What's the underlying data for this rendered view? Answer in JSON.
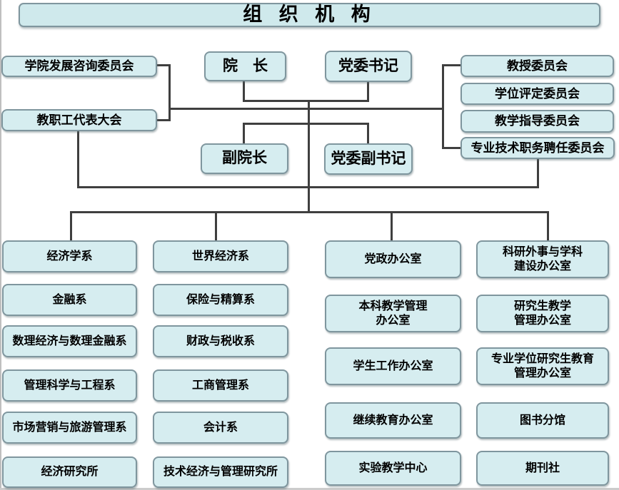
{
  "title": "组 织 机 构",
  "advisory": {
    "development": "学院发展咨询委员会",
    "staff_congress": "教职工代表大会"
  },
  "leadership": {
    "dean": "院　长",
    "party_secretary": "党委书记",
    "vice_dean": "副院长",
    "deputy_party_secretary": "党委副书记"
  },
  "committees": [
    "教授委员会",
    "学位评定委员会",
    "教学指导委员会",
    "专业技术职务聘任委员会"
  ],
  "departments": {
    "col1": [
      "经济学系",
      "金融系",
      "数理经济与数理金融系",
      "管理科学与工程系",
      "市场营销与旅游管理系",
      "经济研究所"
    ],
    "col2": [
      "世界经济系",
      "保险与精算系",
      "财政与税收系",
      "工商管理系",
      "会计系",
      "技术经济与管理研究所"
    ],
    "col3": [
      "党政办公室",
      "本科教学管理\n办公室",
      "学生工作办公室",
      "继续教育办公室",
      "实验教学中心"
    ],
    "col4": [
      "科研外事与学科\n建设办公室",
      "研究生教学\n管理办公室",
      "专业学位研究生教育\n管理办公室",
      "图书分馆",
      "期刊社"
    ]
  },
  "colors": {
    "box_fill": "#d6edf0",
    "box_border": "#7f969e",
    "title_fill": "#cfe9ec",
    "connector": "#3f3f3f",
    "text": "#000000",
    "background": "#ffffff"
  }
}
